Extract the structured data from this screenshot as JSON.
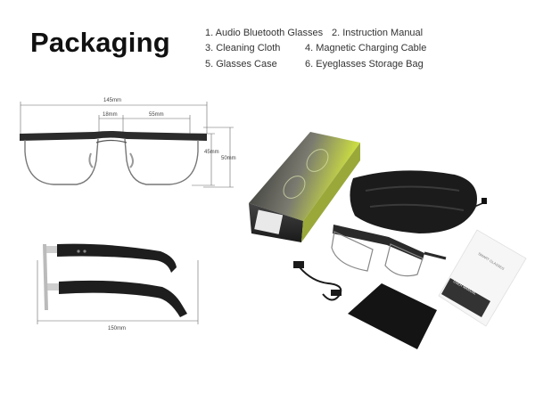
{
  "title": "Packaging",
  "contents": [
    "1. Audio Bluetooth Glasses",
    "2. Instruction Manual",
    "3. Cleaning Cloth",
    "4. Magnetic Charging Cable",
    "5. Glasses Case",
    "6. Eyeglasses Storage Bag"
  ],
  "dimensions": {
    "width": "145mm",
    "bridge": "18mm",
    "lens_width": "55mm",
    "lens_height": "45mm",
    "frame_height": "50mm",
    "temple_length": "150mm"
  },
  "manual_text": {
    "title": "SMART GLASSES",
    "label": "USER MANUAL"
  }
}
